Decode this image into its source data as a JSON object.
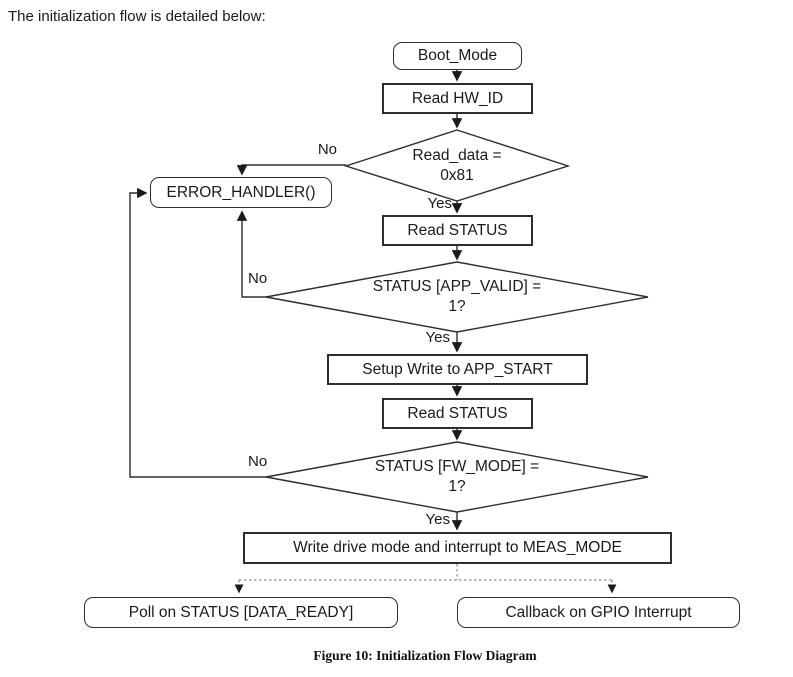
{
  "intro": "The initialization flow is detailed below:",
  "caption": "Figure 10: Initialization Flow Diagram",
  "colors": {
    "line": "#2e2e2e",
    "text": "#1a1a1a",
    "dashed": "#8f8f8f",
    "background": "#ffffff"
  },
  "flow": {
    "nodes": {
      "boot_mode": {
        "type": "terminator",
        "label": "Boot_Mode"
      },
      "read_hw_id": {
        "type": "process",
        "label": "Read HW_ID"
      },
      "check_read_data": {
        "type": "decision",
        "label": "Read_data =\n0x81"
      },
      "error_handler": {
        "type": "terminator",
        "label": "ERROR_HANDLER()"
      },
      "read_status_1": {
        "type": "process",
        "label": "Read STATUS"
      },
      "check_app_valid": {
        "type": "decision",
        "label": "STATUS [APP_VALID] =\n1?"
      },
      "setup_write": {
        "type": "process",
        "label": "Setup Write to APP_START"
      },
      "read_status_2": {
        "type": "process",
        "label": "Read STATUS"
      },
      "check_fw_mode": {
        "type": "decision",
        "label": "STATUS [FW_MODE] =\n1?"
      },
      "write_meas_mode": {
        "type": "process",
        "label": "Write drive mode and interrupt to MEAS_MODE"
      },
      "poll_status": {
        "type": "terminator",
        "label": "Poll on STATUS [DATA_READY]"
      },
      "callback_gpio": {
        "type": "terminator",
        "label": "Callback on GPIO Interrupt"
      }
    },
    "edge_labels": {
      "no1": "No",
      "yes1": "Yes",
      "no2": "No",
      "yes2": "Yes",
      "no3": "No",
      "yes3": "Yes"
    }
  }
}
